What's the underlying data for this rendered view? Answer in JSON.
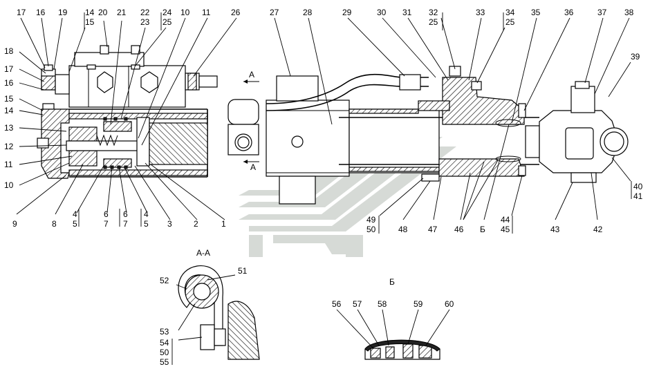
{
  "callouts_top": [
    {
      "id": "c17a",
      "label": "17"
    },
    {
      "id": "c16a",
      "label": "16"
    },
    {
      "id": "c19",
      "label": "19"
    },
    {
      "id": "c14a",
      "label": "14"
    },
    {
      "id": "c15a",
      "label": "15"
    },
    {
      "id": "c20",
      "label": "20"
    },
    {
      "id": "c21",
      "label": "21"
    },
    {
      "id": "c22",
      "label": "22"
    },
    {
      "id": "c23",
      "label": "23"
    },
    {
      "id": "c24",
      "label": "24"
    },
    {
      "id": "c25a",
      "label": "25"
    },
    {
      "id": "c10a",
      "label": "10"
    },
    {
      "id": "c11a",
      "label": "11"
    },
    {
      "id": "c26",
      "label": "26"
    },
    {
      "id": "c27",
      "label": "27"
    },
    {
      "id": "c28",
      "label": "28"
    },
    {
      "id": "c29",
      "label": "29"
    },
    {
      "id": "c30",
      "label": "30"
    },
    {
      "id": "c31",
      "label": "31"
    },
    {
      "id": "c32",
      "label": "32"
    },
    {
      "id": "c25b",
      "label": "25"
    },
    {
      "id": "c33",
      "label": "33"
    },
    {
      "id": "c34",
      "label": "34"
    },
    {
      "id": "c25c",
      "label": "25"
    },
    {
      "id": "c35",
      "label": "35"
    },
    {
      "id": "c36",
      "label": "36"
    },
    {
      "id": "c37",
      "label": "37"
    },
    {
      "id": "c38",
      "label": "38"
    },
    {
      "id": "c39",
      "label": "39"
    }
  ],
  "callouts_left": [
    {
      "id": "c18",
      "label": "18"
    },
    {
      "id": "c17b",
      "label": "17"
    },
    {
      "id": "c16b",
      "label": "16"
    },
    {
      "id": "c15b",
      "label": "15"
    },
    {
      "id": "c14b",
      "label": "14"
    },
    {
      "id": "c13",
      "label": "13"
    },
    {
      "id": "c12",
      "label": "12"
    },
    {
      "id": "c11b",
      "label": "11"
    },
    {
      "id": "c10b",
      "label": "10"
    }
  ],
  "callouts_bottom": [
    {
      "id": "c9",
      "label": "9"
    },
    {
      "id": "c8",
      "label": "8"
    },
    {
      "id": "c4a",
      "label": "4"
    },
    {
      "id": "c5a",
      "label": "5"
    },
    {
      "id": "c6a",
      "label": "6"
    },
    {
      "id": "c7a",
      "label": "7"
    },
    {
      "id": "c6b",
      "label": "6"
    },
    {
      "id": "c7b",
      "label": "7"
    },
    {
      "id": "c4b",
      "label": "4"
    },
    {
      "id": "c5b",
      "label": "5"
    },
    {
      "id": "c3",
      "label": "3"
    },
    {
      "id": "c2",
      "label": "2"
    },
    {
      "id": "c1",
      "label": "1"
    },
    {
      "id": "c49",
      "label": "49"
    },
    {
      "id": "c50a",
      "label": "50"
    },
    {
      "id": "c48",
      "label": "48"
    },
    {
      "id": "c47",
      "label": "47"
    },
    {
      "id": "c46",
      "label": "46"
    },
    {
      "id": "cB",
      "label": "Б"
    },
    {
      "id": "c44",
      "label": "44"
    },
    {
      "id": "c45",
      "label": "45"
    },
    {
      "id": "c43",
      "label": "43"
    },
    {
      "id": "c42",
      "label": "42"
    },
    {
      "id": "c40",
      "label": "40"
    },
    {
      "id": "c41",
      "label": "41"
    }
  ],
  "section_marks": {
    "top": "А",
    "bottom": "А"
  },
  "detail_aa": {
    "title": "А-А",
    "labels": [
      {
        "id": "c52",
        "label": "52"
      },
      {
        "id": "c51",
        "label": "51"
      },
      {
        "id": "c53",
        "label": "53"
      },
      {
        "id": "c54",
        "label": "54"
      },
      {
        "id": "c50b",
        "label": "50"
      },
      {
        "id": "c55",
        "label": "55"
      }
    ]
  },
  "detail_b": {
    "title": "Б",
    "labels": [
      {
        "id": "c56",
        "label": "56"
      },
      {
        "id": "c57",
        "label": "57"
      },
      {
        "id": "c58",
        "label": "58"
      },
      {
        "id": "c59",
        "label": "59"
      },
      {
        "id": "c60",
        "label": "60"
      }
    ]
  }
}
